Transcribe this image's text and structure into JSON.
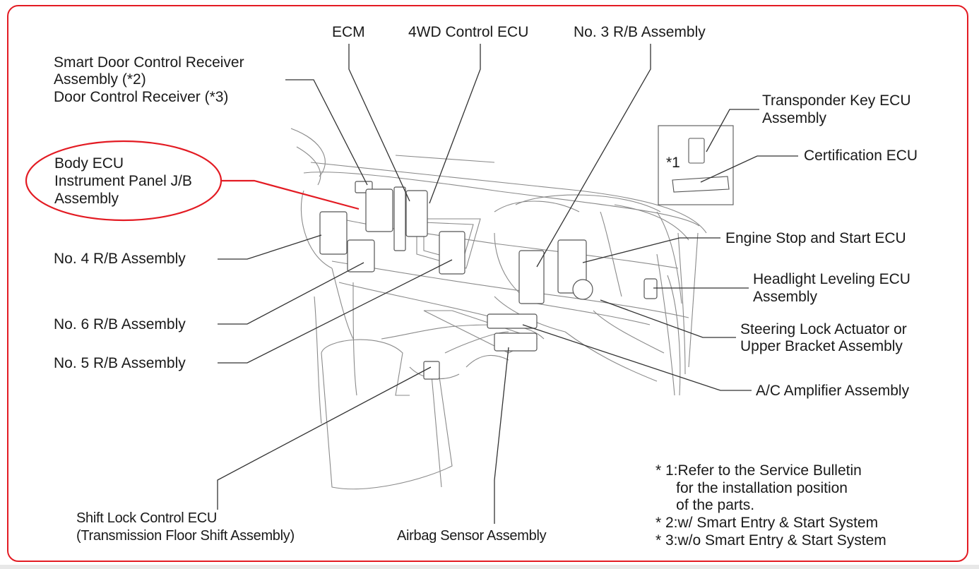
{
  "diagram": {
    "kind": "parts-location",
    "accent_color": "#e31b23",
    "highlighted_component": "body-ecu-instrument-panel-jb",
    "labels": {
      "ecm": "ECM",
      "fourwd_control_ecu": "4WD Control ECU",
      "no3_rb": "No. 3 R/B Assembly",
      "smart_door_1": "Smart Door Control Receiver",
      "smart_door_2": "Assembly (*2)",
      "smart_door_3": "Door Control Receiver (*3)",
      "body_ecu_1": "Body ECU",
      "body_ecu_2": "Instrument Panel J/B",
      "body_ecu_3": "Assembly",
      "no4_rb": "No. 4 R/B Assembly",
      "no6_rb": "No. 6 R/B Assembly",
      "no5_rb": "No. 5 R/B Assembly",
      "transponder_1": "Transponder Key ECU",
      "transponder_2": "Assembly",
      "certification": "Certification ECU",
      "inset_marker": "*1",
      "engine_stop_start": "Engine Stop and Start ECU",
      "headlight_1": "Headlight Leveling ECU",
      "headlight_2": "Assembly",
      "steering_1": "Steering Lock Actuator or",
      "steering_2": "Upper Bracket Assembly",
      "ac_amp": "A/C Amplifier Assembly",
      "shift_lock_1": "Shift Lock Control ECU",
      "shift_lock_2": "(Transmission Floor Shift Assembly)",
      "airbag": "Airbag Sensor Assembly"
    },
    "notes": [
      "* 1:Refer to the Service Bulletin",
      "     for the installation position",
      "     of the parts.",
      "* 2:w/ Smart Entry & Start System",
      "* 3:w/o Smart Entry & Start System"
    ]
  }
}
